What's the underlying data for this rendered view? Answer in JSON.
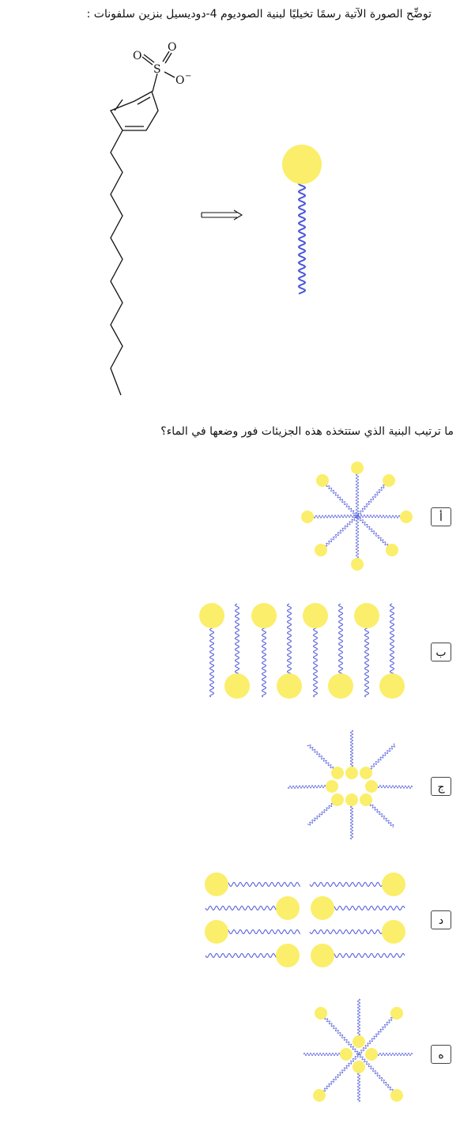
{
  "intro": "توضِّح الصورة الآتية رسمًا تخيليًا لبنية الصوديوم 4-دوديسيل بنزين سلفونات :",
  "question": "ما ترتيب البنية الذي ستتخذه هذه الجزيئات فور وضعها في الماء؟",
  "structure_atoms": {
    "sulfur": "S",
    "oxygen_a": "O",
    "oxygen_b": "O",
    "oxygen_c": "O",
    "charge": "−"
  },
  "colors": {
    "head": "#fbee6a",
    "tail": "#4b56d8",
    "line": "#111111"
  },
  "options": [
    {
      "label": "أ"
    },
    {
      "label": "ب"
    },
    {
      "label": "ج"
    },
    {
      "label": "د"
    },
    {
      "label": "ه"
    }
  ]
}
